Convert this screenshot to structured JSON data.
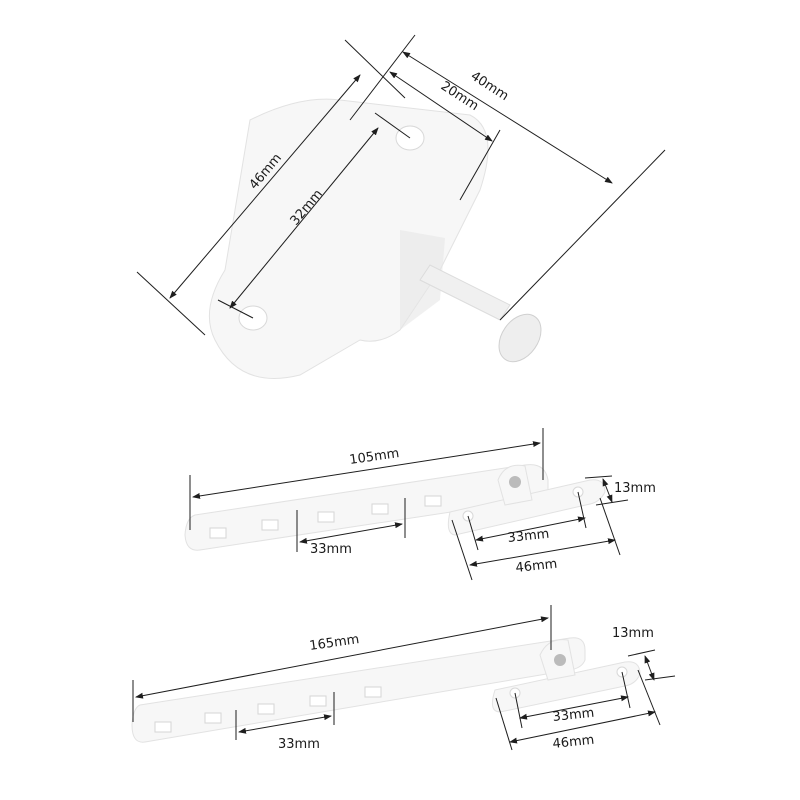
{
  "diagram": {
    "subject": "window restrictor stay hardware dimensions",
    "background": "#ffffff",
    "line_color": "#1e1e1e",
    "part_color": "#f7f7f7",
    "components": [
      {
        "id": "stay-pin-plate",
        "labels": {
          "length": "46mm",
          "hole_spacing": "32mm",
          "plate_width": "20mm",
          "total_depth": "40mm"
        }
      },
      {
        "id": "stay-arm-short",
        "labels": {
          "arm_length": "105mm",
          "notch_spacing": "33mm",
          "bracket_width": "13mm",
          "bracket_hole_spacing": "33mm",
          "bracket_length": "46mm"
        }
      },
      {
        "id": "stay-arm-long",
        "labels": {
          "arm_length": "165mm",
          "notch_spacing": "33mm",
          "bracket_width": "13mm",
          "bracket_hole_spacing": "33mm",
          "bracket_length": "46mm"
        }
      }
    ]
  }
}
